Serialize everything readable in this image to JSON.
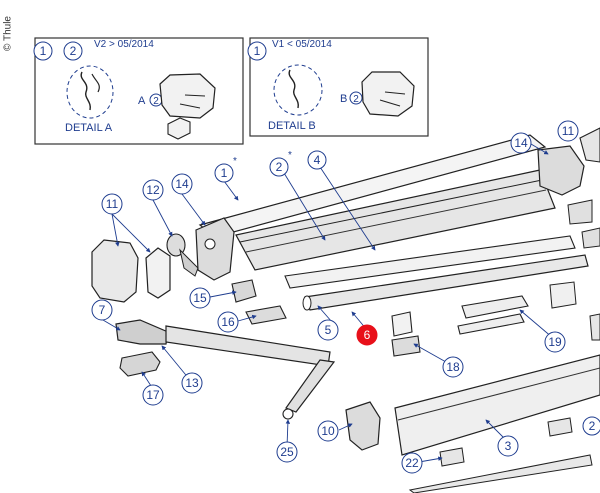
{
  "copyright": "© Thule",
  "detail_boxes": [
    {
      "version_text": "V2 > 05/2014",
      "badges": [
        "1",
        "2"
      ],
      "detail_label": "DETAIL A",
      "marker_letter": "A",
      "marker_num": "2"
    },
    {
      "version_text": "V1 < 05/2014",
      "badges": [
        "1"
      ],
      "detail_label": "DETAIL B",
      "marker_letter": "B",
      "marker_num": "2"
    }
  ],
  "callouts": [
    "1",
    "2",
    "4",
    "14",
    "11",
    "12",
    "14",
    "11",
    "15",
    "16",
    "7",
    "5",
    "6",
    "13",
    "17",
    "19",
    "18",
    "10",
    "3",
    "25",
    "22",
    "2"
  ],
  "asterisk": "*",
  "highlight_color": "#e8101a",
  "accent_color": "#1f3d8f"
}
